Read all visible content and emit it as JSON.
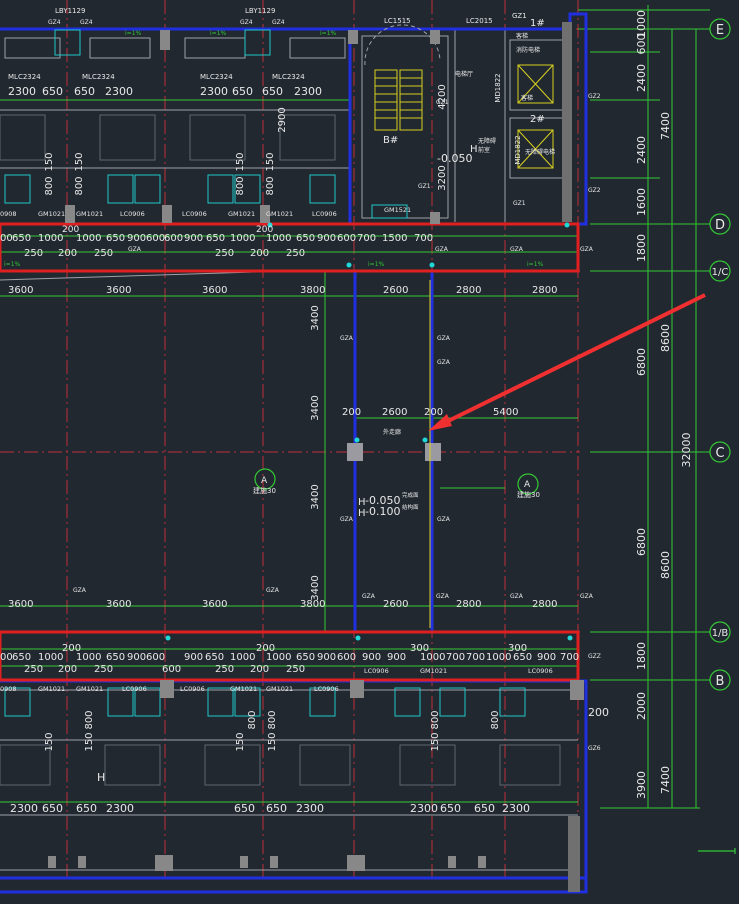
{
  "top_labels": [
    "LBY1129",
    "LBY1129",
    "GZ4",
    "GZ4",
    "GZ4",
    "GZ4",
    "LC1515",
    "LC2015",
    "GZ1"
  ],
  "axes": [
    {
      "id": "E",
      "label": "E"
    },
    {
      "id": "D",
      "label": "D"
    },
    {
      "id": "1C",
      "label": "1/C"
    },
    {
      "id": "C",
      "label": "C"
    },
    {
      "id": "1B",
      "label": "1/B"
    },
    {
      "id": "B",
      "label": "B"
    }
  ],
  "dims_right_inner": [
    "1000",
    "600",
    "2400",
    "2400",
    "1600",
    "1800",
    "6800",
    "6800",
    "1800",
    "2000",
    "3900"
  ],
  "dims_right_mid": [
    "7400",
    "8600",
    "8600",
    "7400"
  ],
  "dims_right_outer": [
    "32000"
  ],
  "top_units": {
    "mlc": [
      "MLC2324",
      "MLC2324",
      "MLC2324",
      "MLC2324"
    ],
    "dims": [
      "2300",
      "650",
      "650",
      "2300",
      "2300",
      "650",
      "650",
      "2300"
    ],
    "vertical_dims": [
      "2900",
      "150",
      "800",
      "150",
      "800",
      "150",
      "800",
      "150",
      "800"
    ],
    "door_labels": [
      "GM1021",
      "GM1021",
      "LC0906",
      "LC0906",
      "GM1021",
      "GM1021",
      "LC0906",
      "0908"
    ],
    "row_dims": [
      "00",
      "650",
      "1000",
      "1000",
      "650",
      "900",
      "600",
      "600",
      "900",
      "650",
      "1000",
      "1000",
      "650",
      "900",
      "600",
      "700",
      "1500",
      "700"
    ],
    "row_dims2": [
      "250",
      "200",
      "250",
      "250",
      "200",
      "250",
      "200",
      "200"
    ],
    "slope": [
      "i=1%",
      "i=1%",
      "i=1%",
      "i=1%",
      "i=1%",
      "i=1%"
    ]
  },
  "core": {
    "stair_label": "B#",
    "dim_4200": "4200",
    "dim_3200": "3200",
    "gz1": [
      "GZ1",
      "GZ1",
      "GZ1"
    ],
    "level": "H",
    "level_value": "-0.050",
    "door": "GM1521",
    "md": [
      "MD1822",
      "MD1822"
    ],
    "elevator_1": "1#",
    "elevator_2": "2#",
    "room_notes": [
      "消防电梯",
      "客梯",
      "客梯",
      "无障碍电梯",
      "无障碍",
      "电梯厅",
      "前室"
    ],
    "gz2": [
      "GZ2",
      "GZ2"
    ]
  },
  "corridor_dims_top": [
    "3600",
    "3600",
    "3600",
    "3800",
    "2600",
    "2800",
    "2800"
  ],
  "corridor_dims_bottom": [
    "3600",
    "3600",
    "3600",
    "3800",
    "2600",
    "2800",
    "2800"
  ],
  "gza": [
    "GZA",
    "GZA",
    "GZA",
    "GZA",
    "GZA",
    "GZA",
    "GZA",
    "GZA",
    "GZA",
    "GZA",
    "GZA",
    "GZA",
    "GZA",
    "GZA",
    "GZA"
  ],
  "courtyard": {
    "dims_left": [
      "3400",
      "3400",
      "3400",
      "3400"
    ],
    "dim_200a": "200",
    "dim_2600": "2600",
    "dim_200b": "200",
    "dim_5400": "5400",
    "note": "外走廊",
    "level_1": "-0.050",
    "level_2": "-0.100",
    "level_h1": "H",
    "level_h2": "H",
    "level_note": "完成面",
    "level_note2": "结构面",
    "tag_left": "A",
    "tag_left_sub": "建施30",
    "tag_right": "A",
    "tag_right_sub": "建施30"
  },
  "bottom_units": {
    "row_dims": [
      "00",
      "650",
      "1000",
      "1000",
      "650",
      "900",
      "600",
      "900",
      "650",
      "1000",
      "1000",
      "650",
      "900",
      "600",
      "900",
      "900",
      "1000",
      "700",
      "700",
      "1000",
      "650",
      "900",
      "700"
    ],
    "row_dims2": [
      "200",
      "250",
      "200",
      "250",
      "600",
      "250",
      "200",
      "250",
      "200",
      "300",
      "300"
    ],
    "door_labels": [
      "0908",
      "GM1021",
      "GM1021",
      "LC0906",
      "LC0906",
      "GM1021",
      "GM1021",
      "LC0906",
      "LC0906",
      "GM1021",
      "LC0906"
    ],
    "vertical_dims": [
      "150",
      "800",
      "150",
      "800",
      "150",
      "800",
      "150",
      "800",
      "150",
      "800"
    ],
    "bottom_dims": [
      "2300",
      "650",
      "650",
      "2300",
      "650",
      "650",
      "2300",
      "2300",
      "650",
      "650",
      "2300"
    ],
    "right_dims": [
      "200"
    ],
    "level": "H",
    "gz": [
      "GZ6",
      "GZZ"
    ]
  }
}
